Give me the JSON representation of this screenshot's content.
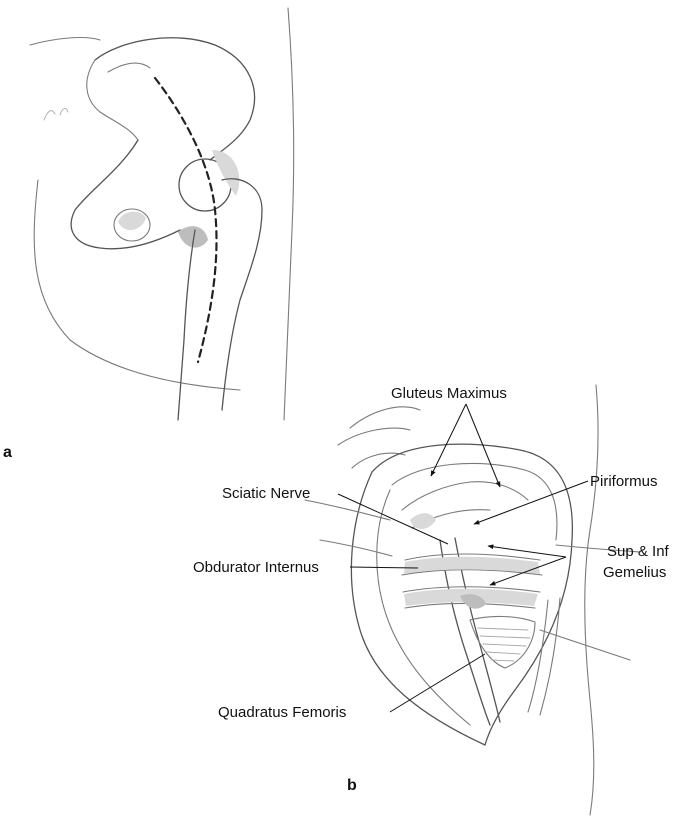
{
  "panel_a": {
    "letter": "a"
  },
  "panel_b": {
    "letter": "b",
    "labels": {
      "gluteus_maximus": "Gluteus Maximus",
      "piriformus": "Piriformus",
      "sciatic_nerve": "Sciatic Nerve",
      "obdurator_internus": "Obdurator Internus",
      "sup_inf_gemelius_line1": "Sup & Inf",
      "sup_inf_gemelius_line2": "Gemelius",
      "quadratus_femoris": "Quadratus Femoris"
    }
  }
}
